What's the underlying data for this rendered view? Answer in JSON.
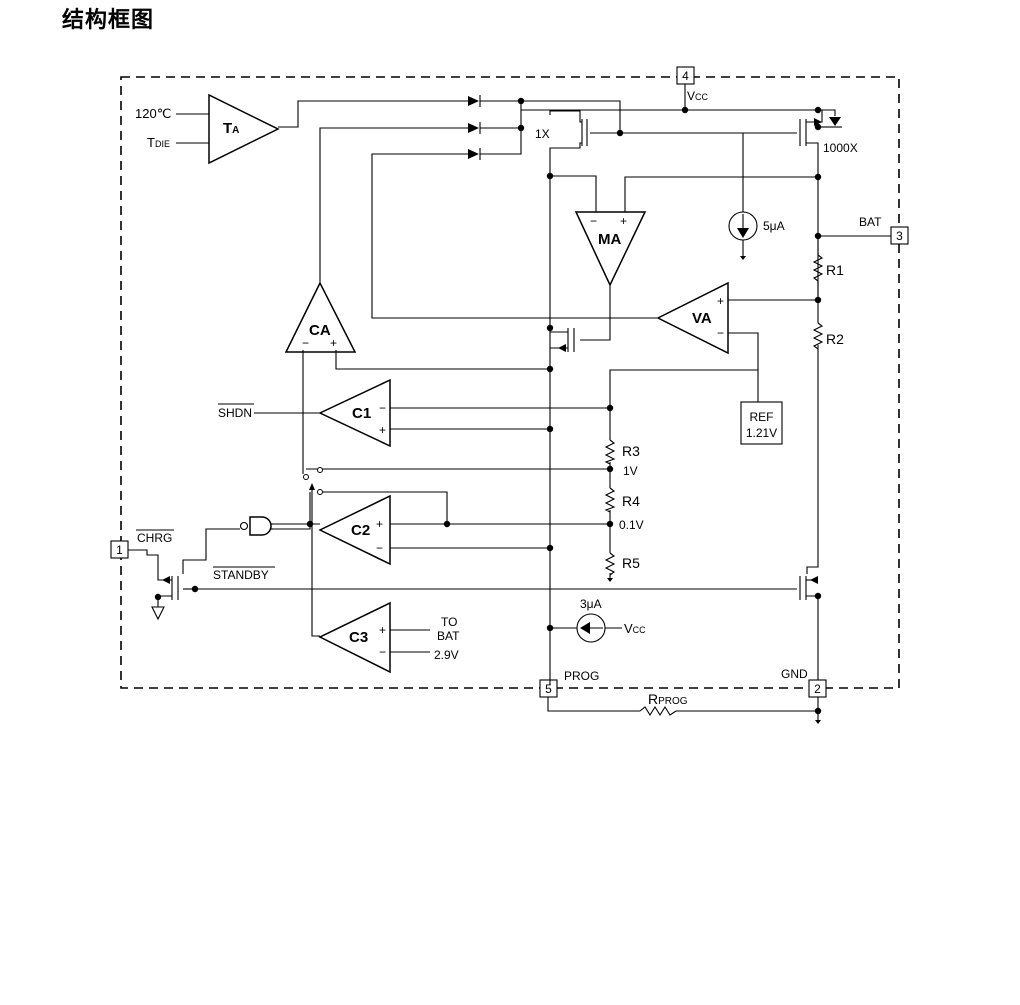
{
  "title": "结构框图",
  "pins": [
    {
      "num": "1",
      "name": "CHRG"
    },
    {
      "num": "2",
      "name": "GND"
    },
    {
      "num": "3",
      "name": "BAT"
    },
    {
      "num": "4",
      "name": "V",
      "sub": "CC"
    },
    {
      "num": "5",
      "name": "PROG"
    }
  ],
  "blocks": {
    "ta": {
      "main": "T",
      "sub": "A"
    },
    "ma": "MA",
    "ca": "CA",
    "va": "VA",
    "c1": "C1",
    "c2": "C2",
    "c3": "C3"
  },
  "labels": {
    "temp_120": "120℃",
    "tdie": {
      "main": "T",
      "sub": "DIE"
    },
    "mirror_1x": "1X",
    "mirror_1000x": "1000X",
    "current_5ua": "5μA",
    "current_3ua": "3μA",
    "vcc_source": {
      "main": "V",
      "sub": "CC"
    },
    "shdn": "SHDN",
    "standby": "STANDBY",
    "ref": [
      "REF",
      "1.21V"
    ],
    "c3_input": [
      "TO",
      "BAT",
      "2.9V"
    ],
    "v_1v": "1V",
    "v_01v": "0.1V",
    "rprog": {
      "main": "R",
      "sub": "PROG"
    }
  },
  "resistors": [
    "R1",
    "R2",
    "R3",
    "R4",
    "R5"
  ],
  "signs": {
    "plus": "+",
    "minus": "−"
  }
}
